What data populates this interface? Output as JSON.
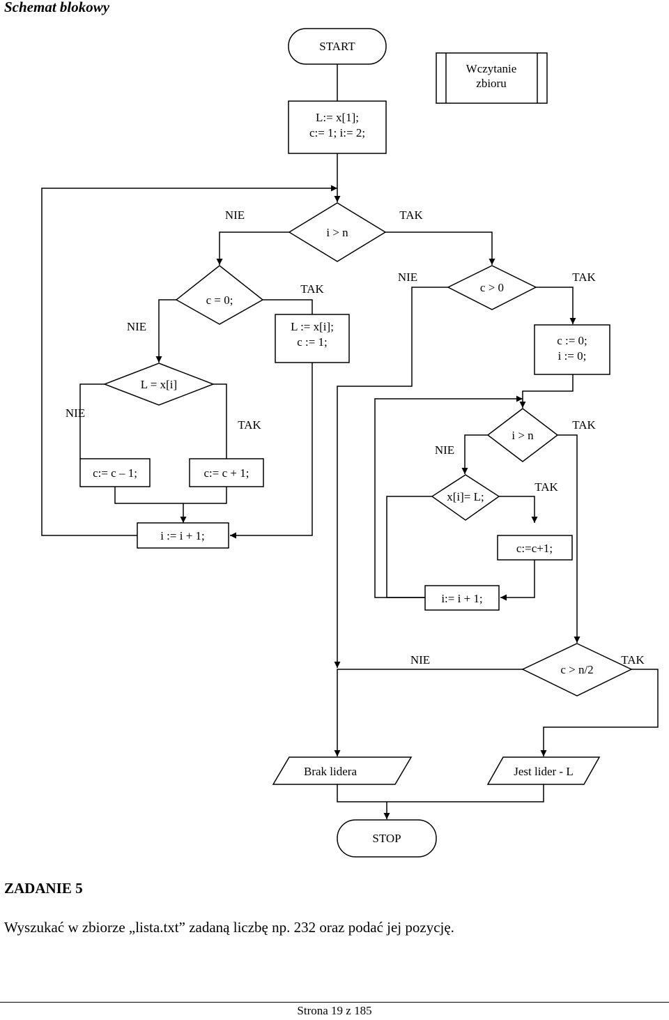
{
  "header": {
    "title": "Schemat blokowy"
  },
  "flowchart": {
    "start": "START",
    "input": [
      "Wczytanie",
      "zbioru"
    ],
    "init": [
      "L:= x[1];",
      "c:= 1;  i:= 2;"
    ],
    "cond_i_gt_n_1": "i > n",
    "cond_c_eq_0": "c = 0;",
    "assign_L_c": [
      "L := x[i];",
      "c := 1;"
    ],
    "cond_c_gt_0": "c > 0",
    "reset_c_i": [
      "c := 0;",
      "i := 0;"
    ],
    "cond_L_eq_xi": "L = x[i]",
    "dec_c": "c:= c – 1;",
    "inc_c": "c:= c + 1;",
    "inc_i_1": "i := i + 1;",
    "cond_i_gt_n_2": "i > n",
    "cond_xi_eq_L": "x[i]= L;",
    "inc_c_2": "c:=c+1;",
    "inc_i_2": "i:= i + 1;",
    "cond_c_gt_half": "c > n/2",
    "out_no_leader": "Brak lidera",
    "out_leader": "Jest lider - L",
    "stop": "STOP",
    "label_yes": "TAK",
    "label_no": "NIE"
  },
  "task": {
    "heading": "ZADANIE 5",
    "text": "Wyszukać w zbiorze „lista.txt” zadaną liczbę np. 232 oraz podać jej pozycję."
  },
  "footer": {
    "page": "Strona 19 z 185"
  }
}
